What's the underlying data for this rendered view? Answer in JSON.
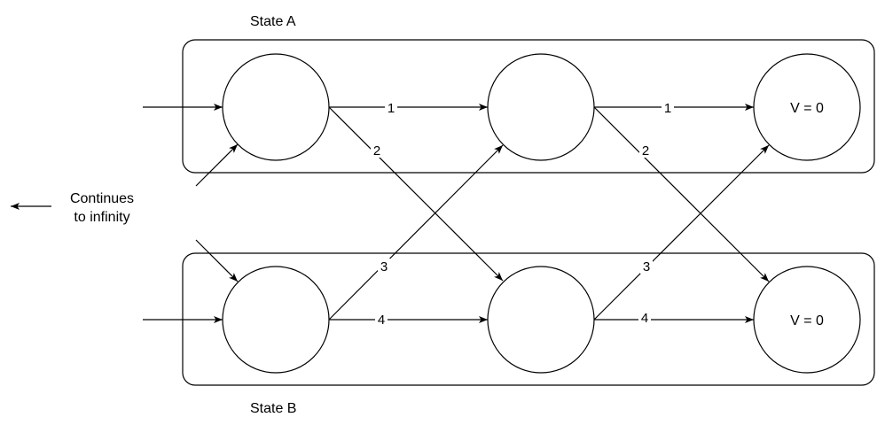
{
  "states": {
    "a_label": "State A",
    "b_label": "State B"
  },
  "nodes": {
    "a3_value": "V = 0",
    "b3_value": "V = 0"
  },
  "edge_labels": {
    "a1_a2": "1",
    "a2_a3": "1",
    "a1_b2": "2",
    "a2_b3": "2",
    "b1_a2": "3",
    "b2_a3": "3",
    "b1_b2": "4",
    "b2_b3": "4"
  },
  "note": {
    "line1": "Continues",
    "line2": "to infinity"
  },
  "colors": {
    "stroke": "#000000",
    "background": "#ffffff"
  }
}
